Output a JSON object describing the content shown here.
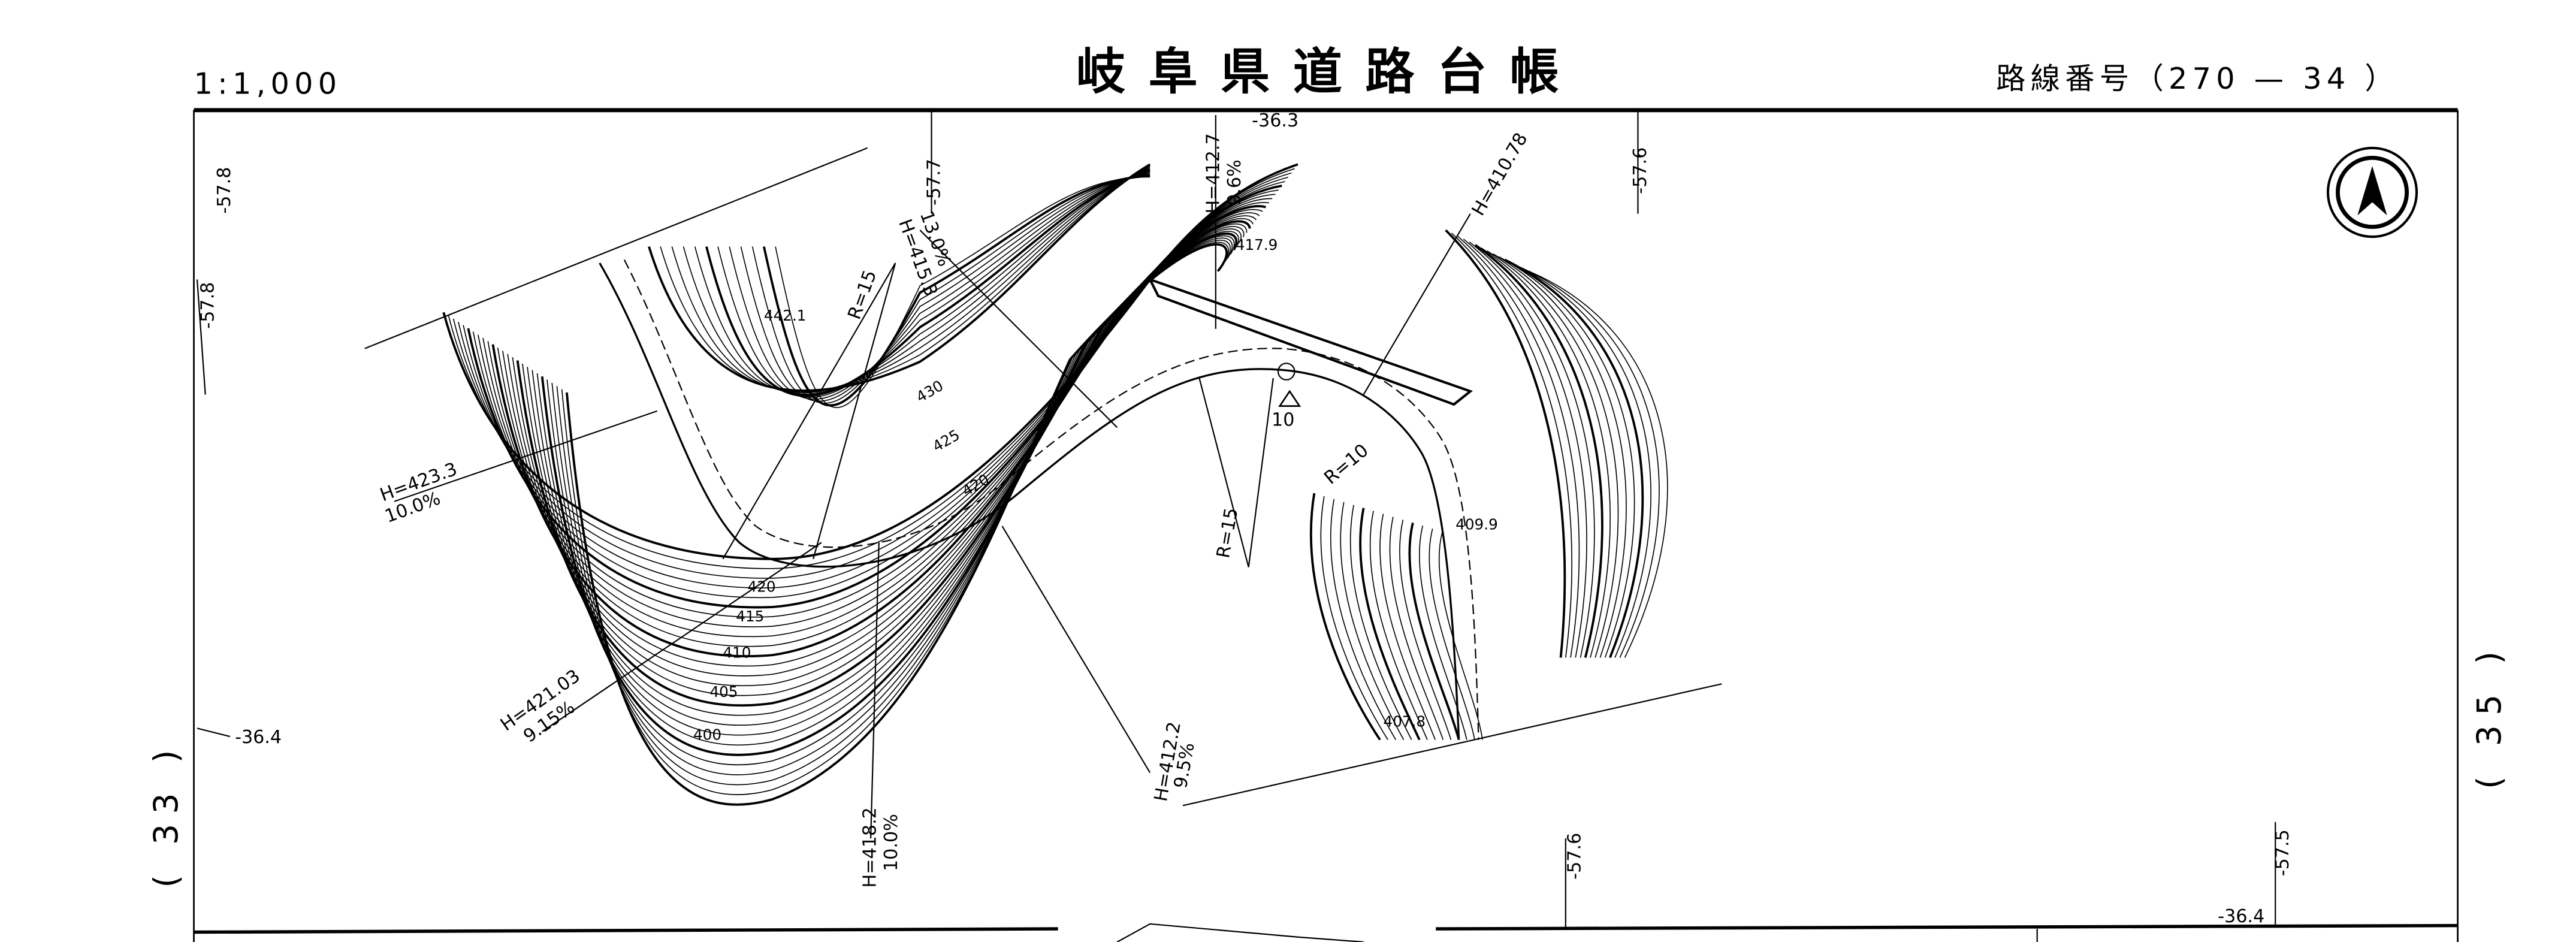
{
  "header": {
    "scale": "1:1,000",
    "title": "岐阜県道路台帳",
    "route_label": "路線番号（270 — 34 ）"
  },
  "sheet_neighbors": {
    "left": "( 33 )",
    "right": "( 35 )"
  },
  "north_arrow": "north-arrow-icon",
  "grid_labels": [
    "-57.8",
    "-57.8",
    "-57.7",
    "-36.3",
    "-57.6",
    "-36.4",
    "-57.6",
    "-57.5",
    "-36.4"
  ],
  "grade_labels": [
    {
      "h": "H=423.3",
      "g": "10.0%"
    },
    {
      "h": "H=421.03",
      "g": "9.15%"
    },
    {
      "h": "H=418.2",
      "g": "10.0%"
    },
    {
      "h": "H=415.3",
      "g": "13.0%"
    },
    {
      "h": "H=412.7",
      "g": "9.6%"
    },
    {
      "h": "H=412.2",
      "g": "9.5%"
    },
    {
      "h": "H=410.78",
      "g": ""
    }
  ],
  "curve_labels": [
    "R=15",
    "R=15",
    "R=10"
  ],
  "spot_heights": [
    "442.1",
    "417.9",
    "409.9",
    "407.8"
  ],
  "contour_labels": [
    "430",
    "425",
    "420",
    "420",
    "415",
    "410",
    "405",
    "400"
  ],
  "benchmark": "10"
}
